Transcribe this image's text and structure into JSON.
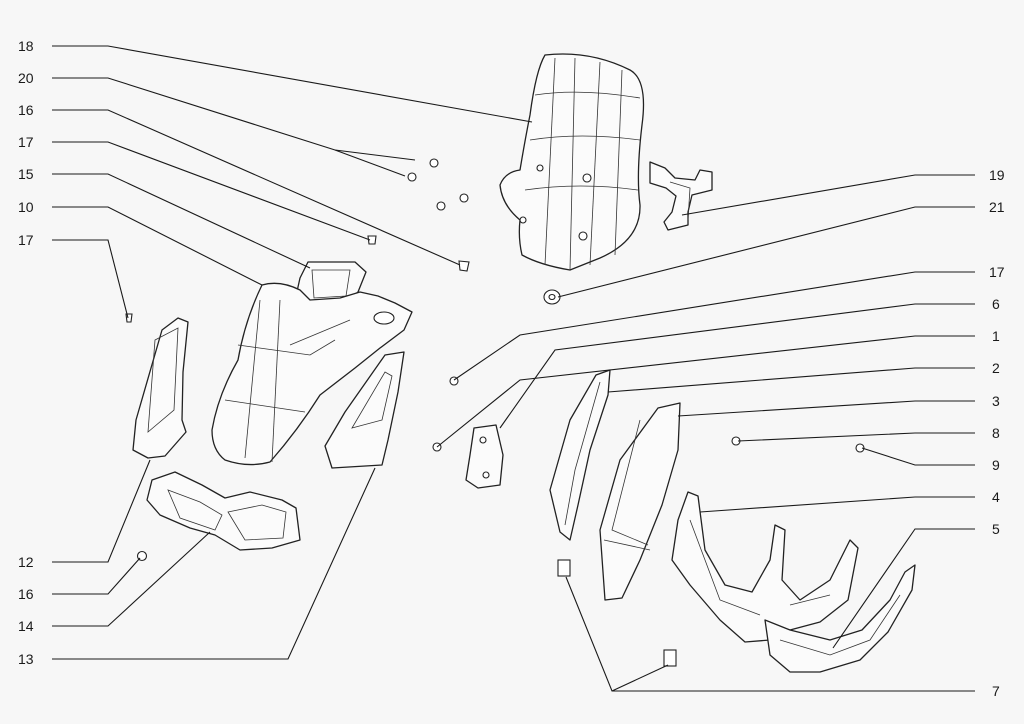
{
  "diagram": {
    "callouts": [
      {
        "id": "c18a",
        "text": "18"
      },
      {
        "id": "c20",
        "text": "20"
      },
      {
        "id": "c16a",
        "text": "16"
      },
      {
        "id": "c17a",
        "text": "17"
      },
      {
        "id": "c15",
        "text": "15"
      },
      {
        "id": "c10",
        "text": "10"
      },
      {
        "id": "c17b",
        "text": "17"
      },
      {
        "id": "c12",
        "text": "12"
      },
      {
        "id": "c16b",
        "text": "16"
      },
      {
        "id": "c14",
        "text": "14"
      },
      {
        "id": "c13",
        "text": "13"
      },
      {
        "id": "c19",
        "text": "19"
      },
      {
        "id": "c21",
        "text": "21"
      },
      {
        "id": "c17c",
        "text": "17"
      },
      {
        "id": "c6",
        "text": "6"
      },
      {
        "id": "c1",
        "text": "1"
      },
      {
        "id": "c2",
        "text": "2"
      },
      {
        "id": "c3",
        "text": "3"
      },
      {
        "id": "c8",
        "text": "8"
      },
      {
        "id": "c9",
        "text": "9"
      },
      {
        "id": "c4",
        "text": "4"
      },
      {
        "id": "c5",
        "text": "5"
      },
      {
        "id": "c7",
        "text": "7"
      }
    ]
  }
}
